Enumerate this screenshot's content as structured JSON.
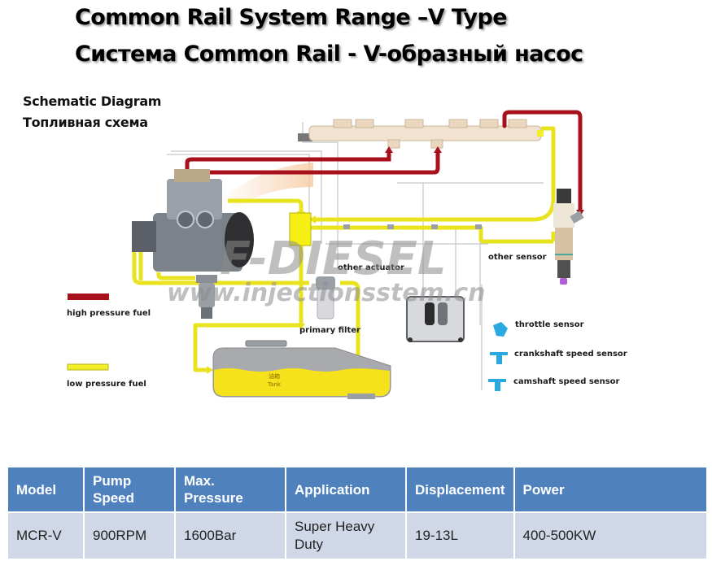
{
  "header": {
    "title_en": "Common Rail System Range –V Type",
    "title_ru": "Система Common Rail - V-образный насос"
  },
  "diagram": {
    "heading_en": "Schematic Diagram",
    "heading_ru": "Топливная схема",
    "labels": {
      "other_actuator": "other actuator",
      "other_sensor": "other sensor",
      "primary_filter": "primary filter",
      "tank_cn": "油箱",
      "tank": "Tank",
      "throttle_sensor": "throttle sensor",
      "crankshaft_speed_sensor": "crankshaft speed sensor",
      "camshaft_speed_sensor": "camshaft speed sensor"
    },
    "legend": [
      {
        "label": "high pressure fuel",
        "color": "#a8111c"
      },
      {
        "label": "low pressure fuel",
        "color": "#f2ee2a"
      }
    ],
    "watermark": {
      "brand": "F-DIESEL",
      "url": "www.injectionsstem.cn"
    },
    "colors": {
      "high_pressure": "#a8111c",
      "low_pressure": "#f2ee2a",
      "tank_fuel": "#f5e21a",
      "sensor_blue": "#2aa9e0"
    }
  },
  "table": {
    "headers": [
      "Model",
      "Pump Speed",
      "Max. Pressure",
      "Application",
      "Displacement",
      "Power"
    ],
    "rows": [
      [
        "MCR-V",
        "900RPM",
        "1600Bar",
        "Super Heavy Duty",
        "19-13L",
        "400-500KW"
      ]
    ],
    "colors": {
      "header_bg": "#4f81bd",
      "cell_bg": "#d0d8e8"
    }
  }
}
